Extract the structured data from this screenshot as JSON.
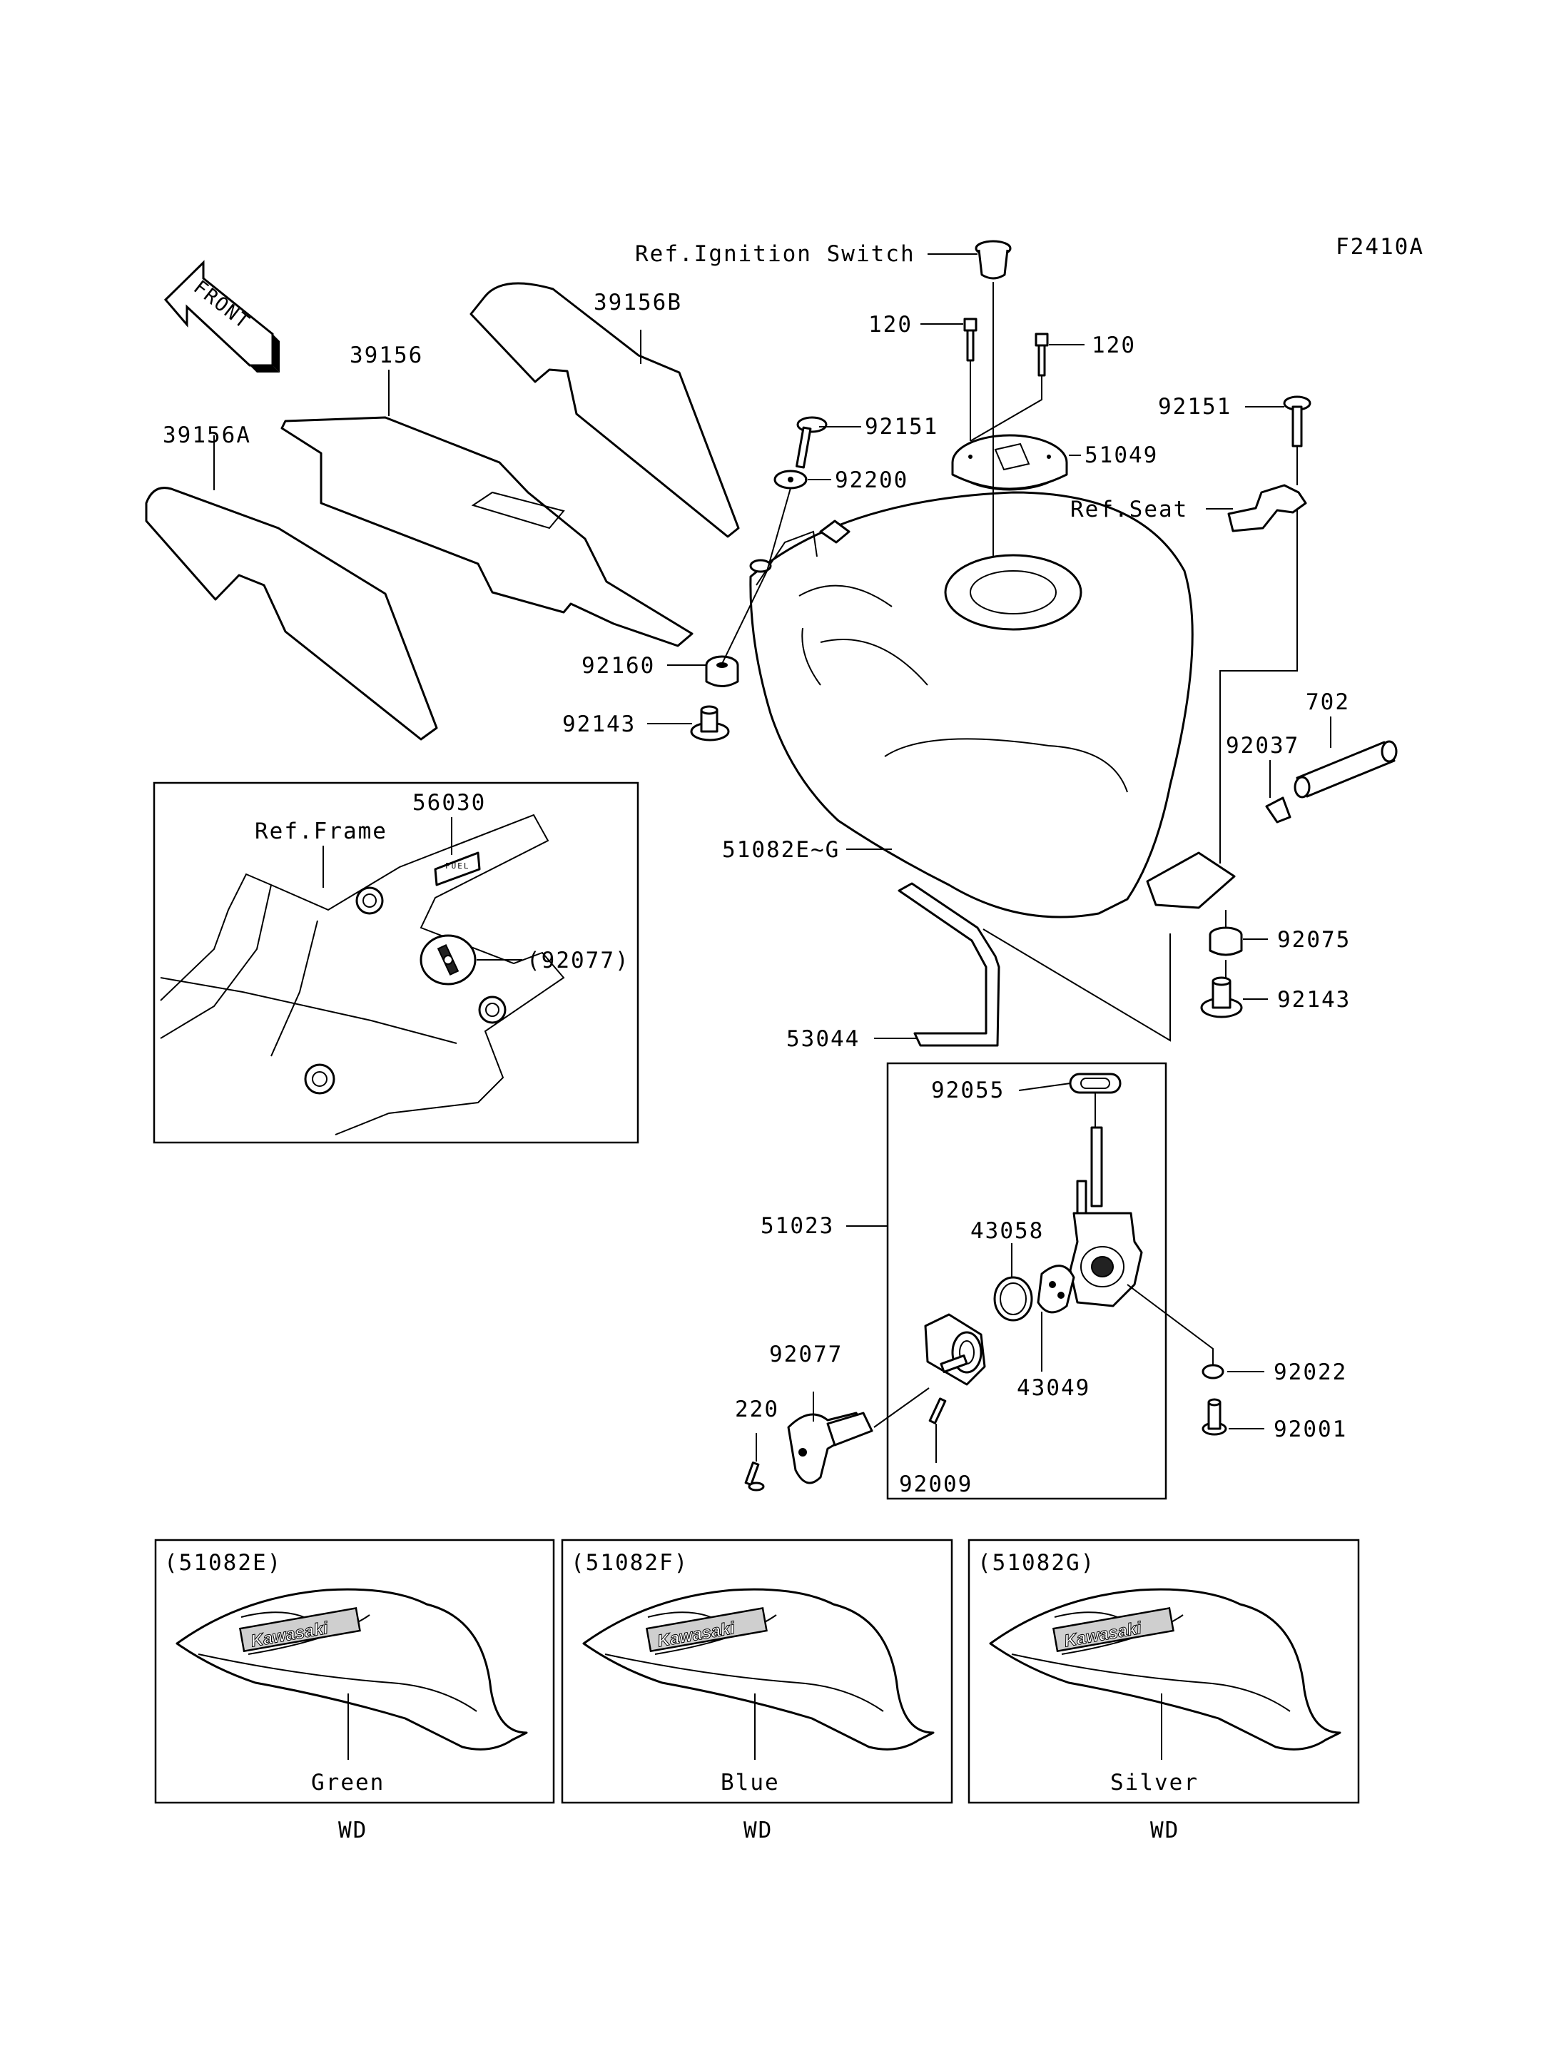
{
  "figure_code": "F2410A",
  "front_indicator": "FRONT",
  "labels": {
    "ref_ignition_switch": "Ref.Ignition Switch",
    "p120_a": "120",
    "p120_b": "120",
    "p92151_a": "92151",
    "p92151_b": "92151",
    "p51049": "51049",
    "p92200": "92200",
    "ref_seat": "Ref.Seat",
    "p39156b": "39156B",
    "p39156": "39156",
    "p39156a": "39156A",
    "p92160": "92160",
    "p92143_a": "92143",
    "p92143_b": "92143",
    "p702": "702",
    "p92037": "92037",
    "p56030": "56030",
    "ref_frame": "Ref.Frame",
    "p92077_ref": "(92077)",
    "p51082e_g": "51082E~G",
    "p92075": "92075",
    "p53044": "53044",
    "p92055": "92055",
    "p51023": "51023",
    "p43058": "43058",
    "p43049": "43049",
    "p92077": "92077",
    "p92022": "92022",
    "p220": "220",
    "p92001": "92001",
    "p92009": "92009"
  },
  "color_variants": [
    {
      "code": "(51082E)",
      "color": "Green",
      "note": "WD",
      "logo": "Kawasaki"
    },
    {
      "code": "(51082F)",
      "color": "Blue",
      "note": "WD",
      "logo": "Kawasaki"
    },
    {
      "code": "(51082G)",
      "color": "Silver",
      "note": "WD",
      "logo": "Kawasaki"
    }
  ],
  "fuel_decal_text": "FUEL"
}
